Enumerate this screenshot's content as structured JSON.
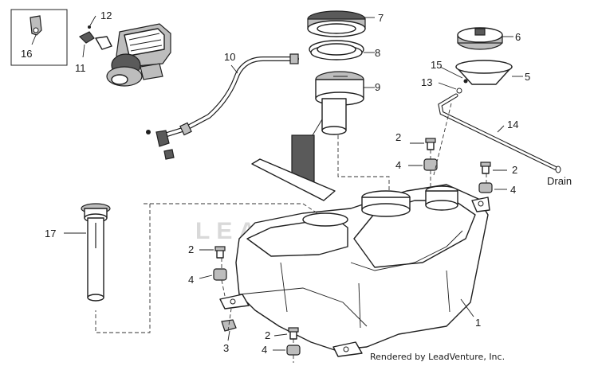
{
  "diagram": {
    "watermark": "LEADVENTURE",
    "credit": "Rendered by LeadVenture, Inc.",
    "drain_label": "Drain"
  },
  "callouts": [
    {
      "id": "c1",
      "label": "1"
    },
    {
      "id": "c2a",
      "label": "2"
    },
    {
      "id": "c2b",
      "label": "2"
    },
    {
      "id": "c2c",
      "label": "2"
    },
    {
      "id": "c2d",
      "label": "2"
    },
    {
      "id": "c3",
      "label": "3"
    },
    {
      "id": "c4a",
      "label": "4"
    },
    {
      "id": "c4b",
      "label": "4"
    },
    {
      "id": "c4c",
      "label": "4"
    },
    {
      "id": "c4d",
      "label": "4"
    },
    {
      "id": "c5",
      "label": "5"
    },
    {
      "id": "c6",
      "label": "6"
    },
    {
      "id": "c7",
      "label": "7"
    },
    {
      "id": "c8",
      "label": "8"
    },
    {
      "id": "c9",
      "label": "9"
    },
    {
      "id": "c10",
      "label": "10"
    },
    {
      "id": "c11",
      "label": "11"
    },
    {
      "id": "c12",
      "label": "12"
    },
    {
      "id": "c13",
      "label": "13"
    },
    {
      "id": "c14",
      "label": "14"
    },
    {
      "id": "c15",
      "label": "15"
    },
    {
      "id": "c16",
      "label": "16"
    },
    {
      "id": "c17",
      "label": "17"
    }
  ]
}
